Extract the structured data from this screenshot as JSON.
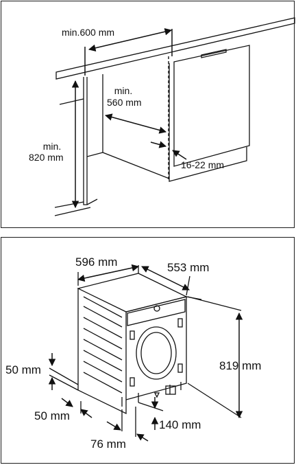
{
  "installation": {
    "min_width": "min.600 mm",
    "min_depth_line1": "min.",
    "min_depth_line2": "560 mm",
    "min_height_line1": "min.",
    "min_height_line2": "820 mm",
    "door_gap": "16-22 mm"
  },
  "appliance": {
    "width": "596 mm",
    "depth": "553 mm",
    "height": "819 mm",
    "top_offset": "50 mm",
    "side_offset": "50 mm",
    "foot_spacing": "76 mm",
    "foot_depth": "140 mm"
  }
}
